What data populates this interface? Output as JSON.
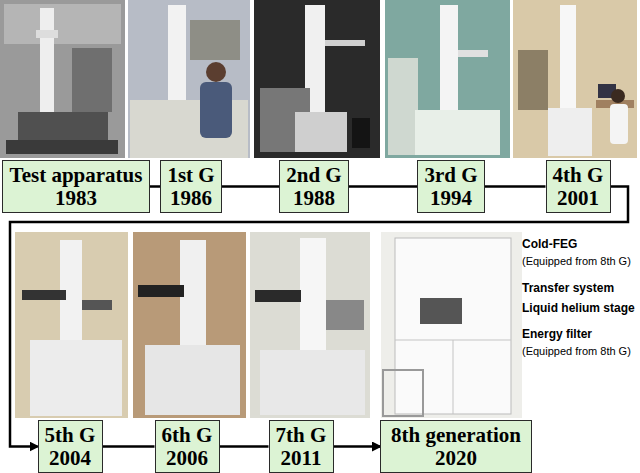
{
  "diagram": {
    "nodes": [
      {
        "text": [
          "Test apparatus",
          "1983"
        ]
      },
      {
        "text": [
          "1st G",
          "1986"
        ]
      },
      {
        "text": [
          "2nd G",
          "1988"
        ]
      },
      {
        "text": [
          "3rd G",
          "1994"
        ]
      },
      {
        "text": [
          "4th G",
          "2001"
        ]
      },
      {
        "text": [
          "5th G",
          "2004"
        ]
      },
      {
        "text": [
          "6th G",
          "2006"
        ]
      },
      {
        "text": [
          "7th G",
          "2011"
        ]
      },
      {
        "text": [
          "8th generation",
          "2020"
        ]
      }
    ],
    "edges": [
      {
        "from": 0,
        "to": 1,
        "arrow": "none"
      },
      {
        "from": 1,
        "to": 2,
        "arrow": "none"
      },
      {
        "from": 2,
        "to": 3,
        "arrow": "none"
      },
      {
        "from": 3,
        "to": 4,
        "arrow": "none"
      },
      {
        "from": 4,
        "to": 5,
        "arrow": "to"
      },
      {
        "from": 5,
        "to": 6,
        "arrow": "none"
      },
      {
        "from": 6,
        "to": 7,
        "arrow": "none"
      },
      {
        "from": 7,
        "to": 8,
        "arrow": "to"
      }
    ],
    "labels": [
      "Cold-FEG",
      "(Equipped from 8th G)",
      "Transfer system",
      "Liquid helium stage",
      "Energy filter",
      "(Equipped from 8th G)"
    ]
  }
}
